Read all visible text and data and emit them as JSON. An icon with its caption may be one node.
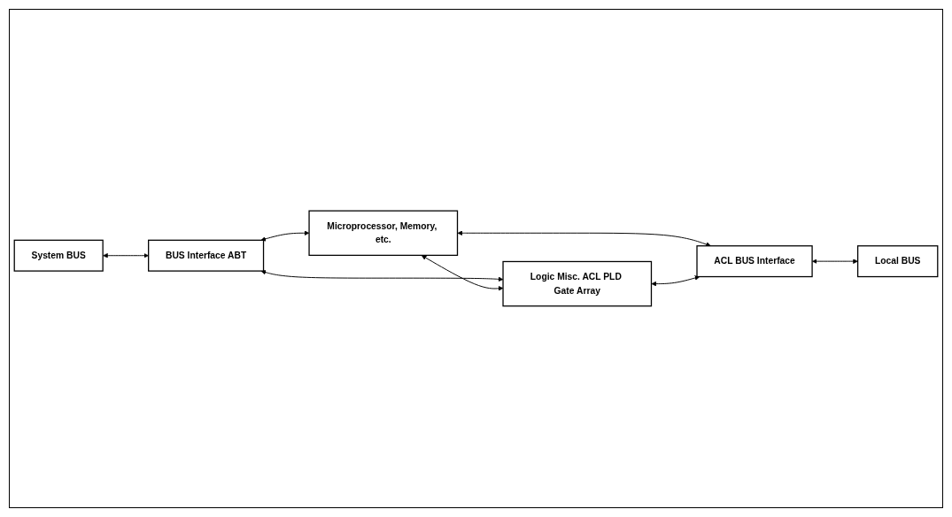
{
  "diagram": {
    "nodes": [
      {
        "text": [
          "System BUS"
        ]
      },
      {
        "text": [
          "BUS Interface ABT"
        ]
      },
      {
        "text": [
          "Microprocessor, Memory, etc."
        ]
      },
      {
        "text": [
          "Logic Misc. ACL PLD Gate Array"
        ]
      },
      {
        "text": [
          "ACL BUS Interface"
        ]
      },
      {
        "text": [
          "Local BUS"
        ]
      }
    ],
    "edges": [
      {
        "from": 0,
        "to": 1,
        "arrow": "both"
      },
      {
        "from": 1,
        "to": 2,
        "arrow": "both"
      },
      {
        "from": 1,
        "to": 3,
        "arrow": "both"
      },
      {
        "from": 2,
        "to": 3,
        "arrow": "both"
      },
      {
        "from": 2,
        "to": 4,
        "arrow": "both"
      },
      {
        "from": 3,
        "to": 4,
        "arrow": "both"
      },
      {
        "from": 4,
        "to": 5,
        "arrow": "both"
      }
    ]
  }
}
